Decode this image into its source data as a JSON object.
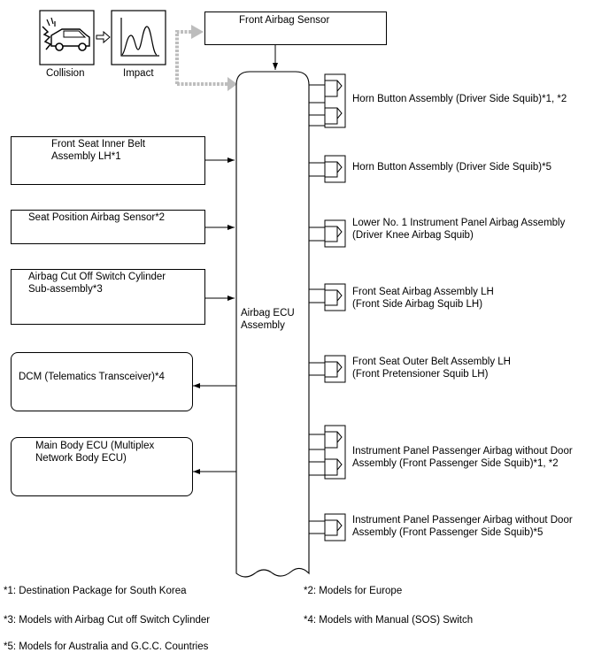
{
  "top": {
    "collision_label": "Collision",
    "impact_label": "Impact",
    "front_sensor": "Front Airbag Sensor"
  },
  "ecu": {
    "label": "Airbag ECU\nAssembly"
  },
  "inputs": [
    "Front Seat Inner Belt\nAssembly LH*1",
    "Seat Position Airbag Sensor*2",
    "Airbag Cut Off Switch Cylinder\nSub-assembly*3"
  ],
  "outputs": [
    "DCM (Telematics Transceiver)*4",
    "Main Body ECU (Multiplex\nNetwork Body ECU)"
  ],
  "squibs": [
    "Horn Button Assembly (Driver Side Squib)*1, *2",
    "Horn Button Assembly (Driver Side Squib)*5",
    "Lower No. 1 Instrument Panel Airbag Assembly\n(Driver Knee Airbag Squib)",
    "Front Seat Airbag Assembly LH\n(Front Side Airbag Squib LH)",
    "Front Seat Outer Belt Assembly LH\n(Front Pretensioner Squib LH)",
    "Instrument Panel Passenger Airbag without Door\nAssembly (Front Passenger Side Squib)*1, *2",
    "Instrument Panel Passenger Airbag without Door\nAssembly (Front Passenger Side Squib)*5"
  ],
  "notes": {
    "n1": "*1: Destination Package for South Korea",
    "n2": "*2: Models for Europe",
    "n3": "*3: Models with Airbag Cut off Switch Cylinder",
    "n4": "*4: Models with Manual (SOS) Switch",
    "n5": "*5: Models for Australia and G.C.C. Countries"
  }
}
